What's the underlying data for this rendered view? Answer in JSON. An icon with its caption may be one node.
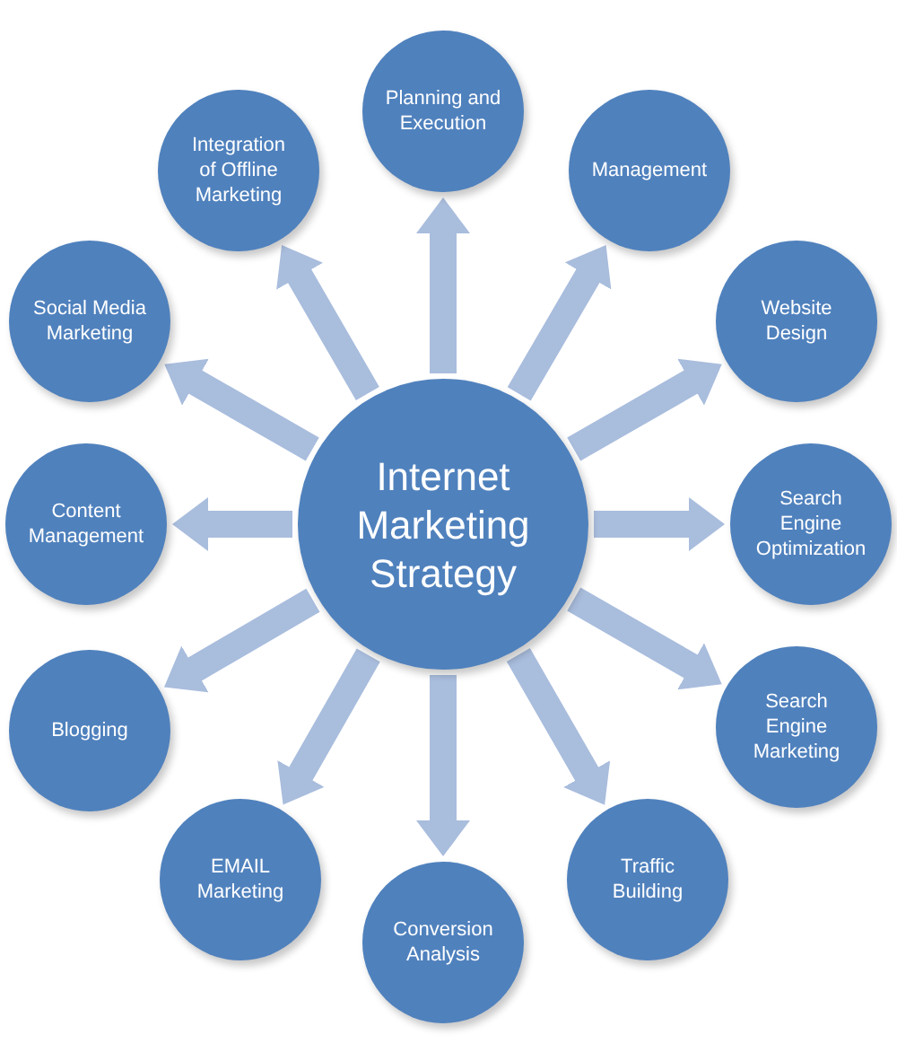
{
  "diagram": {
    "nodes": [
      {
        "text": [
          "Internet Marketing Strategy"
        ]
      },
      {
        "text": [
          "Planning and Execution"
        ]
      },
      {
        "text": [
          "Management"
        ]
      },
      {
        "text": [
          "Website Design"
        ]
      },
      {
        "text": [
          "Search Engine Optimization"
        ]
      },
      {
        "text": [
          "Search Engine Marketing"
        ]
      },
      {
        "text": [
          "Traffic Building"
        ]
      },
      {
        "text": [
          "Conversion Analysis"
        ]
      },
      {
        "text": [
          "EMAIL Marketing"
        ]
      },
      {
        "text": [
          "Blogging"
        ]
      },
      {
        "text": [
          "Content Management"
        ]
      },
      {
        "text": [
          "Social Media Marketing"
        ]
      },
      {
        "text": [
          "Integration of Offline Marketing"
        ]
      }
    ],
    "edges": [
      {
        "from": 0,
        "to": 1,
        "arrow": "to"
      },
      {
        "from": 0,
        "to": 2,
        "arrow": "to"
      },
      {
        "from": 0,
        "to": 3,
        "arrow": "to"
      },
      {
        "from": 0,
        "to": 4,
        "arrow": "to"
      },
      {
        "from": 0,
        "to": 5,
        "arrow": "to"
      },
      {
        "from": 0,
        "to": 6,
        "arrow": "to"
      },
      {
        "from": 0,
        "to": 7,
        "arrow": "to"
      },
      {
        "from": 0,
        "to": 8,
        "arrow": "to"
      },
      {
        "from": 0,
        "to": 9,
        "arrow": "to"
      },
      {
        "from": 0,
        "to": 10,
        "arrow": "to"
      },
      {
        "from": 0,
        "to": 11,
        "arrow": "to"
      },
      {
        "from": 0,
        "to": 12,
        "arrow": "to"
      }
    ]
  }
}
